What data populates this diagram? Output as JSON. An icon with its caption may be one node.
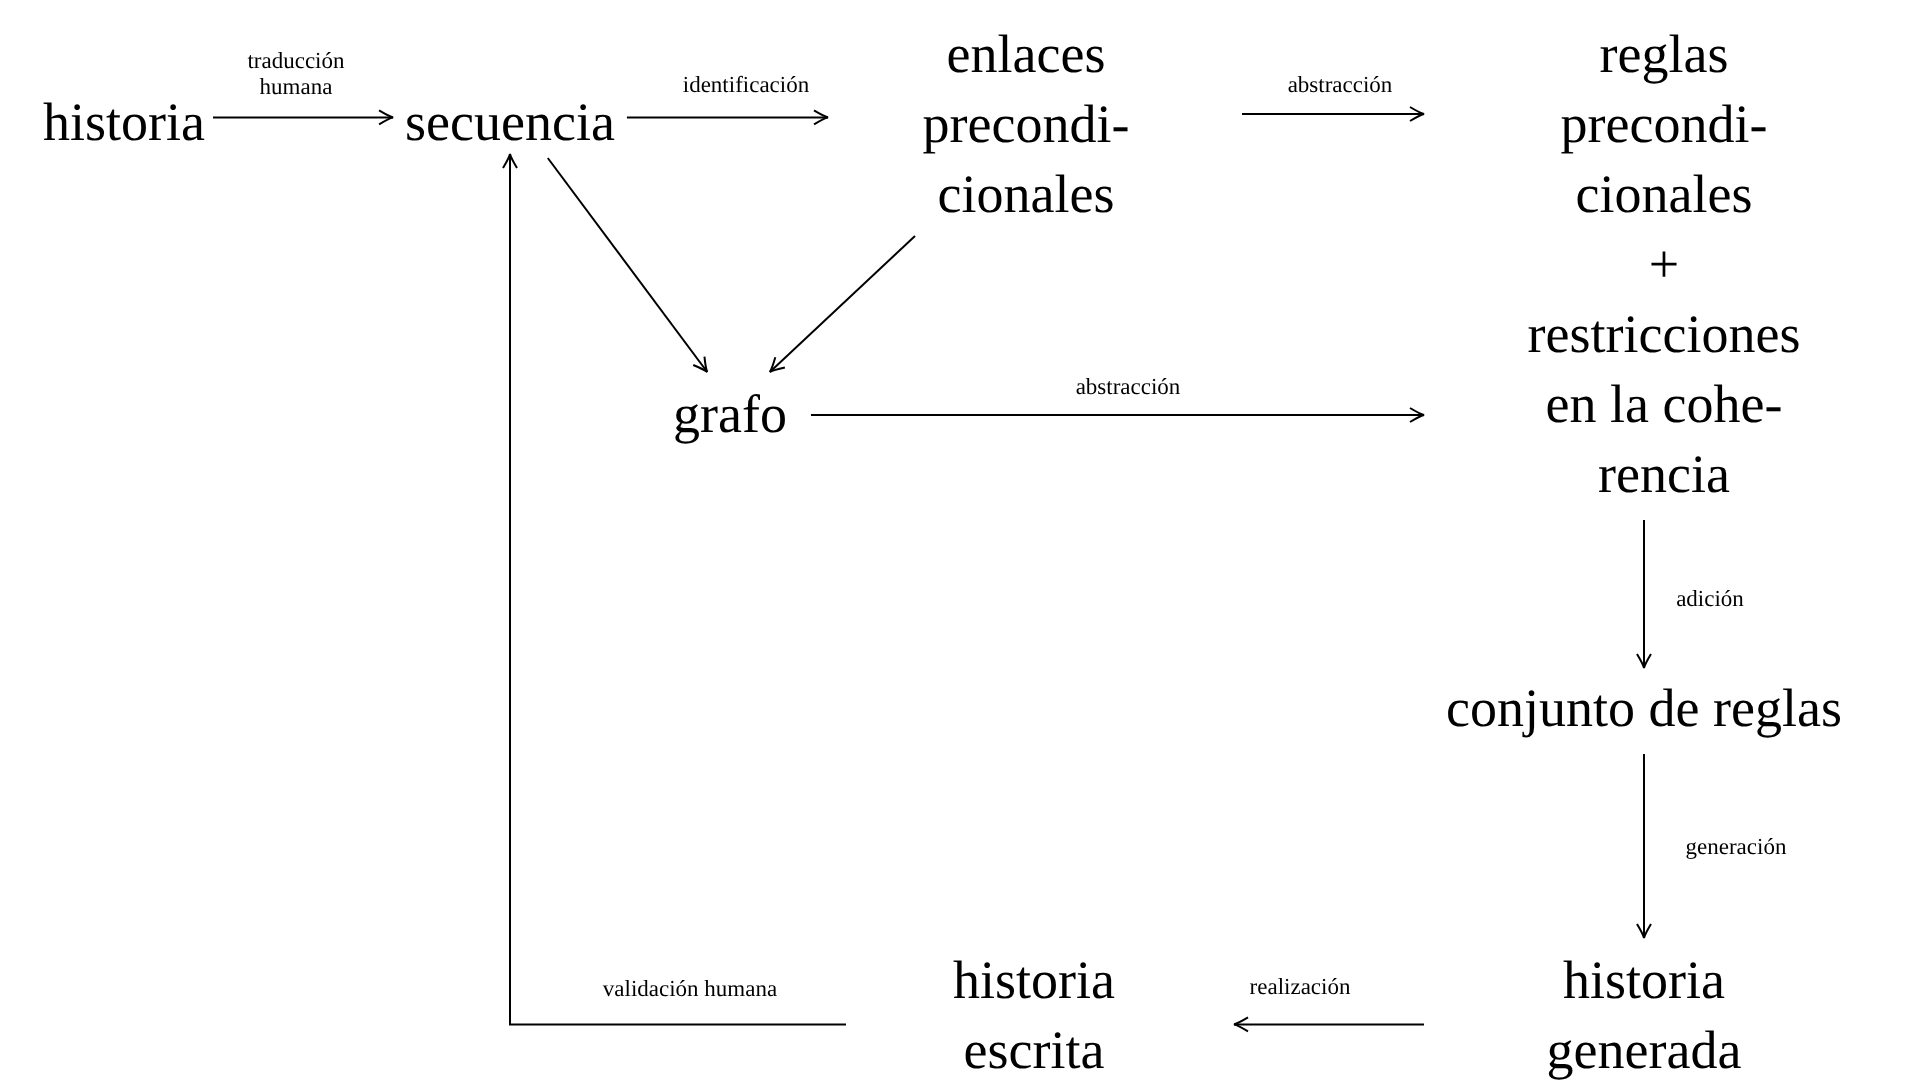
{
  "diagram": {
    "nodes": [
      {
        "text": [
          "historia"
        ]
      },
      {
        "text": [
          "secuencia"
        ]
      },
      {
        "text": [
          "enlaces precondi- cionales"
        ]
      },
      {
        "text": [
          "reglas precondi- cionales",
          "+",
          "restricciones en la cohe- rencia"
        ]
      },
      {
        "text": [
          "grafo"
        ]
      },
      {
        "text": [
          "conjunto de reglas"
        ]
      },
      {
        "text": [
          "historia generada"
        ]
      },
      {
        "text": [
          "historia escrita"
        ]
      }
    ],
    "edges": [
      {
        "from": 0,
        "to": 1,
        "arrow": "to",
        "label": "traducción humana"
      },
      {
        "from": 1,
        "to": 2,
        "arrow": "to",
        "label": "identificación"
      },
      {
        "from": 2,
        "to": 3,
        "arrow": "to",
        "label": "abstracción"
      },
      {
        "from": 1,
        "to": 4,
        "arrow": "to"
      },
      {
        "from": 2,
        "to": 4,
        "arrow": "to"
      },
      {
        "from": 4,
        "to": 3,
        "arrow": "to",
        "label": "abstracción"
      },
      {
        "from": 3,
        "to": 5,
        "arrow": "to",
        "label": "adición"
      },
      {
        "from": 5,
        "to": 6,
        "arrow": "to",
        "label": "generación"
      },
      {
        "from": 6,
        "to": 7,
        "arrow": "to",
        "label": "realización"
      },
      {
        "from": 7,
        "to": 1,
        "arrow": "to",
        "label": "validación humana"
      }
    ]
  }
}
